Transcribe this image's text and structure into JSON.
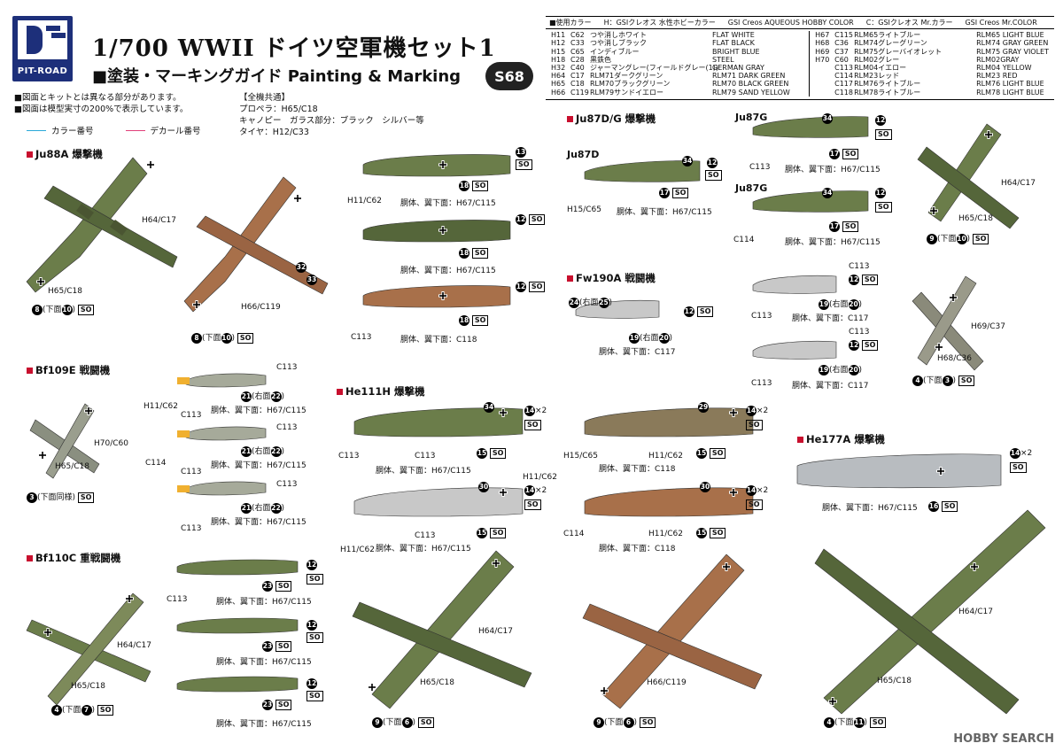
{
  "header": {
    "brand": "PIT-ROAD",
    "title": "1/700  WWII ドイツ空軍機セット1",
    "subtitle": "■塗装・マーキングガイド Painting & Marking",
    "code": "S68",
    "notes": [
      "■図面とキットとは異なる部分があります。",
      "■図面は模型実寸の200%で表示しています。"
    ],
    "common": [
      "【全機共通】",
      "プロペラ：H65/C18",
      "キャノピー　ガラス部分：ブラック　シルバー等",
      "タイヤ：H12/C33"
    ],
    "legend": {
      "color_number": "カラー番号",
      "decal_number": "デカール番号"
    }
  },
  "colors": {
    "accent": "#c8102e",
    "legend_color": "#2aa8d8",
    "legend_decal": "#e0407a"
  },
  "color_table": {
    "head": [
      "■使用カラー",
      "H：GSIクレオス 水性ホビーカラー",
      "GSI Creos AQUEOUS HOBBY COLOR",
      "C：GSIクレオス Mr.カラー",
      "GSI Creos Mr.COLOR"
    ],
    "left": [
      [
        "H11",
        "C62",
        "つや消しホワイト",
        "FLAT WHITE"
      ],
      [
        "H12",
        "C33",
        "つや消しブラック",
        "FLAT BLACK"
      ],
      [
        "H15",
        "C65",
        "インディブルー",
        "BRIGHT BLUE"
      ],
      [
        "H18",
        "C28",
        "黒鉄色",
        "STEEL"
      ],
      [
        "H32",
        "C40",
        "ジャーマングレー(フィールドグレー(1))",
        "GERMAN GRAY"
      ],
      [
        "H64",
        "C17",
        "RLM71ダークグリーン",
        "RLM71 DARK GREEN"
      ],
      [
        "H65",
        "C18",
        "RLM70ブラックグリーン",
        "RLM70 BLACK GREEN"
      ],
      [
        "H66",
        "C119",
        "RLM79サンドイエロー",
        "RLM79 SAND YELLOW"
      ]
    ],
    "right": [
      [
        "H67",
        "C115",
        "RLM65ライトブルー",
        "RLM65 LIGHT BLUE"
      ],
      [
        "H68",
        "C36",
        "RLM74グレーグリーン",
        "RLM74 GRAY GREEN"
      ],
      [
        "H69",
        "C37",
        "RLM75グレーバイオレット",
        "RLM75 GRAY VIOLET"
      ],
      [
        "H70",
        "C60",
        "RLM02グレー",
        "RLM02GRAY"
      ],
      [
        "",
        "C113",
        "RLM04イエロー",
        "RLM04 YELLOW"
      ],
      [
        "",
        "C114",
        "RLM23レッド",
        "RLM23 RED"
      ],
      [
        "",
        "C117",
        "RLM76ライトブルー",
        "RLM76 LIGHT BLUE"
      ],
      [
        "",
        "C118",
        "RLM78ライトブルー",
        "RLM78 LIGHT BLUE"
      ]
    ]
  },
  "sections": {
    "ju88": "Ju88A 爆撃機",
    "bf109": "Bf109E 戦闘機",
    "bf110": "Bf110C 重戦闘機",
    "he111": "He111H 爆撃機",
    "ju87": "Ju87D/G 爆撃機",
    "ju87d": "Ju87D",
    "ju87g1": "Ju87G",
    "ju87g2": "Ju87G",
    "fw190": "Fw190A 戦闘機",
    "he177": "He177A 爆撃機"
  },
  "labels": {
    "h64c17": "H64/C17",
    "h65c18": "H65/C18",
    "h66c119": "H66/C119",
    "h70c60": "H70/C60",
    "h69c37": "H69/C37",
    "h68c36": "H68/C36",
    "h11c62": "H11/C62",
    "h15c65": "H15/C65",
    "c113": "C113",
    "c114": "C114",
    "underside_h67c115": "胴体、翼下面：H67/C115",
    "underside_c118": "胴体、翼下面：C118",
    "underside_c117": "胴体、翼下面：C117",
    "under_word": "(下面",
    "under_same": "(下面同様)",
    "right_word": "(右面",
    "x2": "×2",
    "so": "SO"
  },
  "decals": {
    "d3": "3",
    "d4": "4",
    "d6": "6",
    "d7": "7",
    "d8": "8",
    "d9": "9",
    "d10": "10",
    "d11": "11",
    "d12": "12",
    "d13": "13",
    "d14": "14",
    "d15": "15",
    "d16": "16",
    "d17": "17",
    "d18": "18",
    "d19": "19",
    "d20": "20",
    "d21": "21",
    "d22": "22",
    "d23": "23",
    "d24": "24",
    "d25": "25",
    "d29": "29",
    "d30": "30",
    "d32": "32",
    "d33": "33",
    "d34": "34"
  },
  "watermark": "HOBBY SEARCH"
}
